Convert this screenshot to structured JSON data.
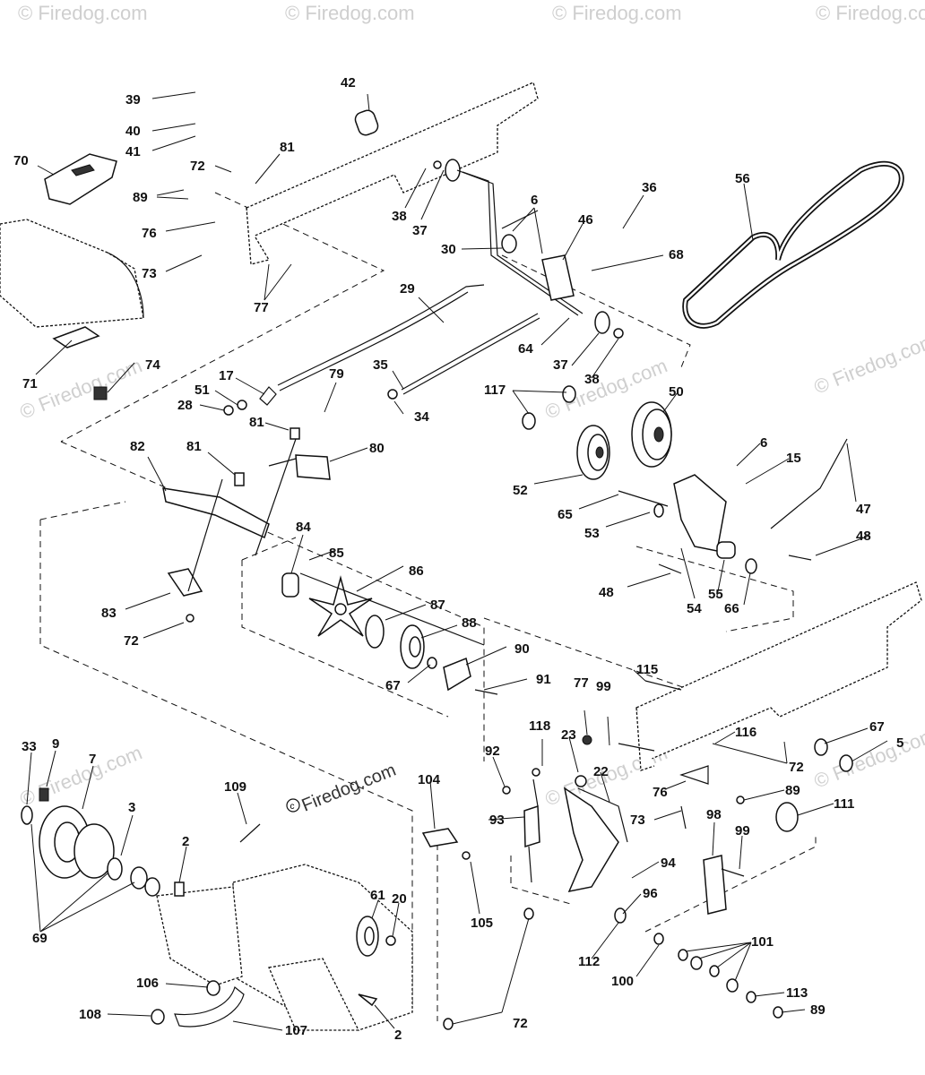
{
  "watermark": {
    "text": "© Firedog.com",
    "center_text": "Firedog.com"
  },
  "callouts": [
    {
      "id": "c39",
      "text": "39"
    },
    {
      "id": "c40",
      "text": "40"
    },
    {
      "id": "c41",
      "text": "41"
    },
    {
      "id": "c42",
      "text": "42"
    },
    {
      "id": "c70",
      "text": "70"
    },
    {
      "id": "c81a",
      "text": "81"
    },
    {
      "id": "c72a",
      "text": "72"
    },
    {
      "id": "c89a",
      "text": "89"
    },
    {
      "id": "c76a",
      "text": "76"
    },
    {
      "id": "c73a",
      "text": "73"
    },
    {
      "id": "c77a",
      "text": "77"
    },
    {
      "id": "c71",
      "text": "71"
    },
    {
      "id": "c74",
      "text": "74"
    },
    {
      "id": "c38a",
      "text": "38"
    },
    {
      "id": "c37a",
      "text": "37"
    },
    {
      "id": "c30",
      "text": "30"
    },
    {
      "id": "c6a",
      "text": "6"
    },
    {
      "id": "c46",
      "text": "46"
    },
    {
      "id": "c36",
      "text": "36"
    },
    {
      "id": "c68",
      "text": "68"
    },
    {
      "id": "c56",
      "text": "56"
    },
    {
      "id": "c29",
      "text": "29"
    },
    {
      "id": "c64",
      "text": "64"
    },
    {
      "id": "c37b",
      "text": "37"
    },
    {
      "id": "c38b",
      "text": "38"
    },
    {
      "id": "c17",
      "text": "17"
    },
    {
      "id": "c51",
      "text": "51"
    },
    {
      "id": "c28",
      "text": "28"
    },
    {
      "id": "c79",
      "text": "79"
    },
    {
      "id": "c35",
      "text": "35"
    },
    {
      "id": "c34",
      "text": "34"
    },
    {
      "id": "c117",
      "text": "117"
    },
    {
      "id": "c50",
      "text": "50"
    },
    {
      "id": "c81b",
      "text": "81"
    },
    {
      "id": "c82",
      "text": "82"
    },
    {
      "id": "c81c",
      "text": "81"
    },
    {
      "id": "c80",
      "text": "80"
    },
    {
      "id": "c6b",
      "text": "6"
    },
    {
      "id": "c15",
      "text": "15"
    },
    {
      "id": "c52",
      "text": "52"
    },
    {
      "id": "c65",
      "text": "65"
    },
    {
      "id": "c53",
      "text": "53"
    },
    {
      "id": "c47",
      "text": "47"
    },
    {
      "id": "c48a",
      "text": "48"
    },
    {
      "id": "c84",
      "text": "84"
    },
    {
      "id": "c85",
      "text": "85"
    },
    {
      "id": "c86",
      "text": "86"
    },
    {
      "id": "c87",
      "text": "87"
    },
    {
      "id": "c88",
      "text": "88"
    },
    {
      "id": "c83",
      "text": "83"
    },
    {
      "id": "c72b",
      "text": "72"
    },
    {
      "id": "c48b",
      "text": "48"
    },
    {
      "id": "c55",
      "text": "55"
    },
    {
      "id": "c66",
      "text": "66"
    },
    {
      "id": "c54",
      "text": "54"
    },
    {
      "id": "c90",
      "text": "90"
    },
    {
      "id": "c67a",
      "text": "67"
    },
    {
      "id": "c91",
      "text": "91"
    },
    {
      "id": "c115",
      "text": "115"
    },
    {
      "id": "c77b",
      "text": "77"
    },
    {
      "id": "c99a",
      "text": "99"
    },
    {
      "id": "c67b",
      "text": "67"
    },
    {
      "id": "c5",
      "text": "5"
    },
    {
      "id": "c116",
      "text": "116"
    },
    {
      "id": "c72c",
      "text": "72"
    },
    {
      "id": "c118",
      "text": "118"
    },
    {
      "id": "c92",
      "text": "92"
    },
    {
      "id": "c23",
      "text": "23"
    },
    {
      "id": "c22",
      "text": "22"
    },
    {
      "id": "c76b",
      "text": "76"
    },
    {
      "id": "c89b",
      "text": "89"
    },
    {
      "id": "c111",
      "text": "111"
    },
    {
      "id": "c33",
      "text": "33"
    },
    {
      "id": "c9",
      "text": "9"
    },
    {
      "id": "c7",
      "text": "7"
    },
    {
      "id": "c109",
      "text": "109"
    },
    {
      "id": "c104",
      "text": "104"
    },
    {
      "id": "c93",
      "text": "93"
    },
    {
      "id": "c73b",
      "text": "73"
    },
    {
      "id": "c98",
      "text": "98"
    },
    {
      "id": "c99b",
      "text": "99"
    },
    {
      "id": "c3",
      "text": "3"
    },
    {
      "id": "c2a",
      "text": "2"
    },
    {
      "id": "c94",
      "text": "94"
    },
    {
      "id": "c61",
      "text": "61"
    },
    {
      "id": "c20",
      "text": "20"
    },
    {
      "id": "c105",
      "text": "105"
    },
    {
      "id": "c96",
      "text": "96"
    },
    {
      "id": "c69",
      "text": "69"
    },
    {
      "id": "c112",
      "text": "112"
    },
    {
      "id": "c101",
      "text": "101"
    },
    {
      "id": "c100",
      "text": "100"
    },
    {
      "id": "c106",
      "text": "106"
    },
    {
      "id": "c113",
      "text": "113"
    },
    {
      "id": "c108",
      "text": "108"
    },
    {
      "id": "c107",
      "text": "107"
    },
    {
      "id": "c72d",
      "text": "72"
    },
    {
      "id": "c89c",
      "text": "89"
    },
    {
      "id": "c2b",
      "text": "2"
    }
  ]
}
